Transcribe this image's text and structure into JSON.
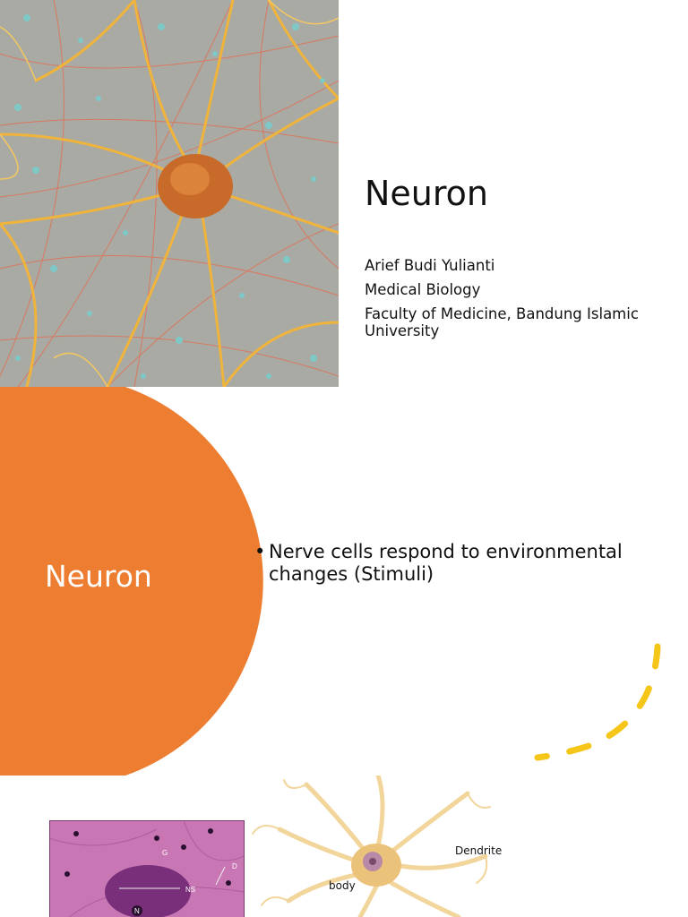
{
  "slide1": {
    "title": "Neuron",
    "author": "Arief Budi Yulianti",
    "department": "Medical Biology",
    "faculty": "Faculty of Medicine, Bandung Islamic University"
  },
  "slide2": {
    "title": "Neuron",
    "bullet": "Nerve cells  respond to environmental changes (Stimuli)"
  },
  "slide3": {
    "histology_labels": {
      "g": "G",
      "ns": "NS",
      "n": "N",
      "d": "D"
    },
    "diagram_labels": {
      "dendrite": "Dendrite",
      "body": "body"
    }
  },
  "colors": {
    "accent_orange": "#ED7D31",
    "dash_yellow": "#F5C518",
    "histo_pink": "#C877B4",
    "art_bg": "#A9AAA3"
  }
}
